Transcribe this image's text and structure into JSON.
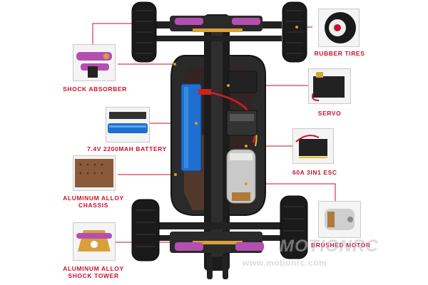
{
  "colors": {
    "accent": "#c8102e",
    "chassis": "#2b2b2b",
    "purple": "#b44fb0",
    "gold": "#d9a03a"
  },
  "labels": {
    "rubber_tires": "RUBBER TIRES",
    "shock_absorber": "SHOCK ABSORBER",
    "servo": "SERVO",
    "battery": "7.4V 2200MAH BATTERY",
    "esc": "60A 3IN1 ESC",
    "chassis_line1": "ALUMINUM ALLOY",
    "chassis_line2": "CHASSIS",
    "brushed_motor": "BRUSHED MOTOR",
    "tower_line1": "ALUMINUM ALLOY",
    "tower_line2": "SHOCK TOWER"
  },
  "watermark": {
    "logo": "MOTIONRC",
    "url": "www.motionrc.com"
  }
}
